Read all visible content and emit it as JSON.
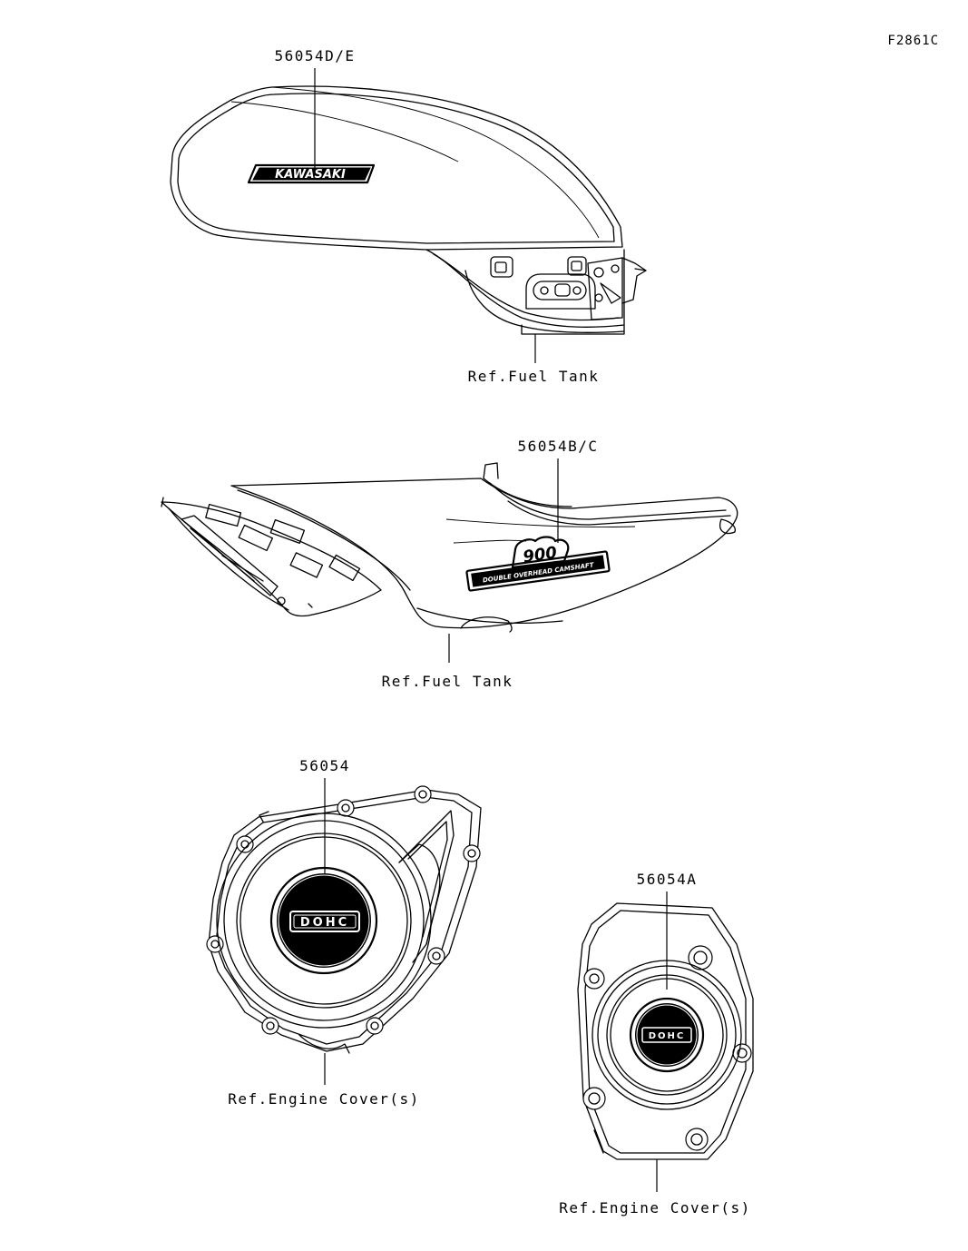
{
  "figure_code": "F2861C",
  "sections": {
    "tank_top": {
      "part_label": "56054D/E",
      "decal_text": "KAWASAKI",
      "ref_label": "Ref.Fuel Tank"
    },
    "tank_side": {
      "part_label": "56054B/C",
      "decal_number": "900",
      "decal_caption": "DOUBLE OVERHEAD CAMSHAFT",
      "ref_label": "Ref.Fuel Tank"
    },
    "cover_left": {
      "part_label": "56054",
      "decal_text": "DOHC",
      "ref_label": "Ref.Engine Cover(s)"
    },
    "cover_right": {
      "part_label": "56054A",
      "decal_text": "DOHC",
      "ref_label": "Ref.Engine Cover(s)"
    }
  },
  "colors": {
    "line": "#000000",
    "background": "#ffffff"
  }
}
